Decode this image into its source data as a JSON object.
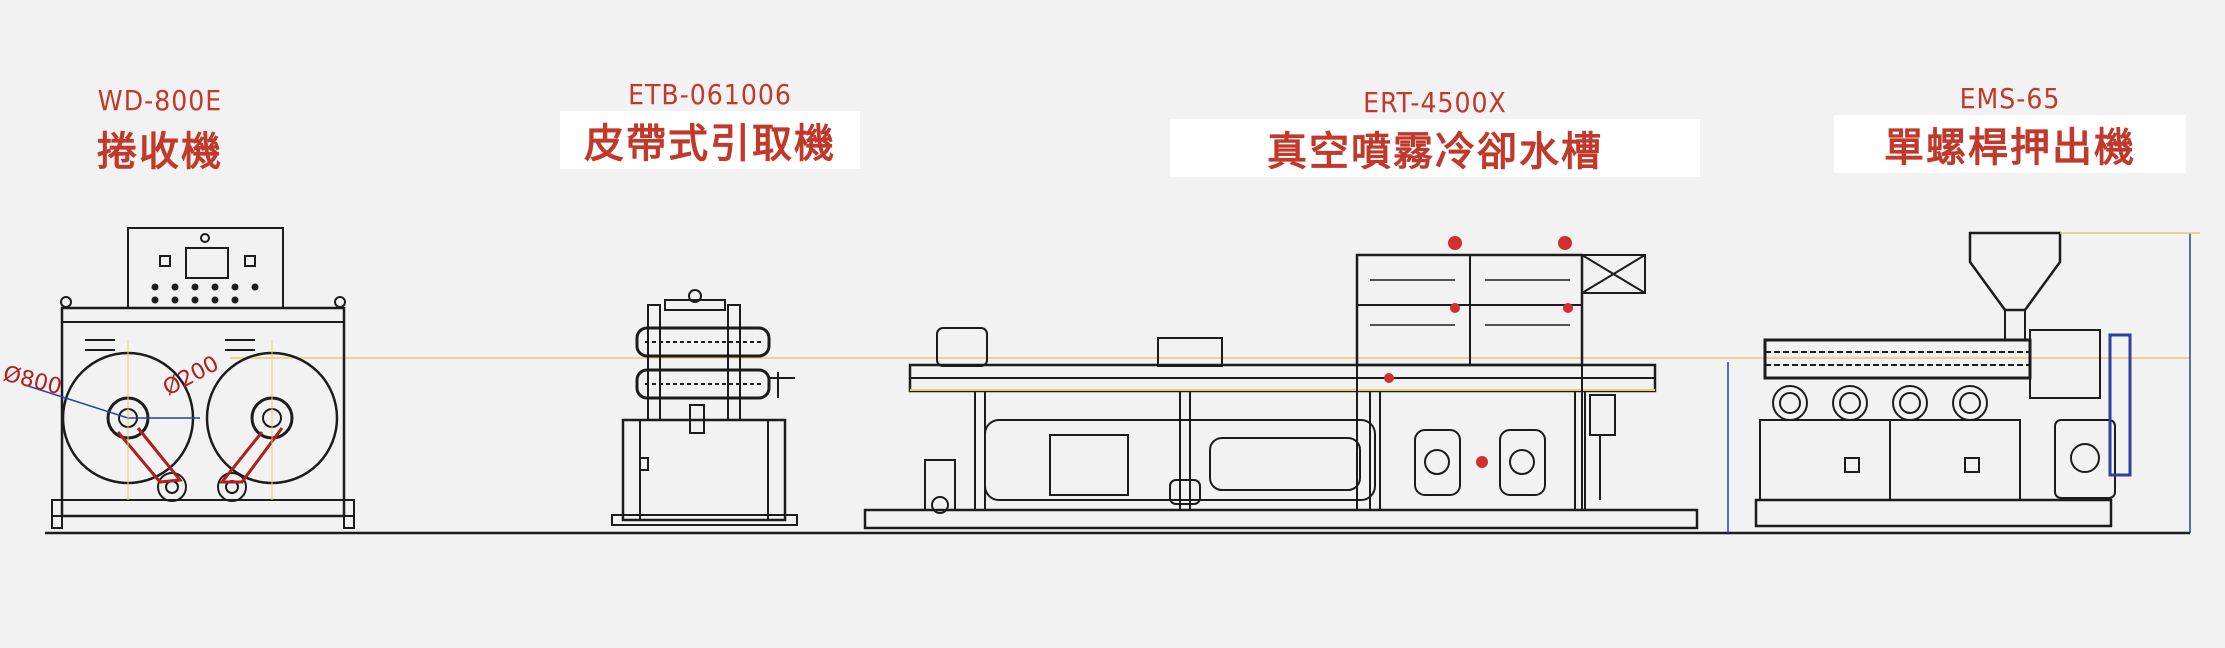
{
  "machines": [
    {
      "model": "WD-800E",
      "name": "捲收機"
    },
    {
      "model": "ETB-061006",
      "name": "皮帶式引取機"
    },
    {
      "model": "ERT-4500X",
      "name": "真空噴霧冷卻水槽"
    },
    {
      "model": "EMS-65",
      "name": "單螺桿押出機"
    }
  ],
  "dimensions": {
    "outer_diameter": "Ø800",
    "inner_diameter": "Ø200"
  },
  "colors": {
    "title": "#c0392b",
    "line": "#1c1c1c",
    "guide": "#e0d070",
    "indicator": "#d23030",
    "dimension": "#30409a"
  }
}
